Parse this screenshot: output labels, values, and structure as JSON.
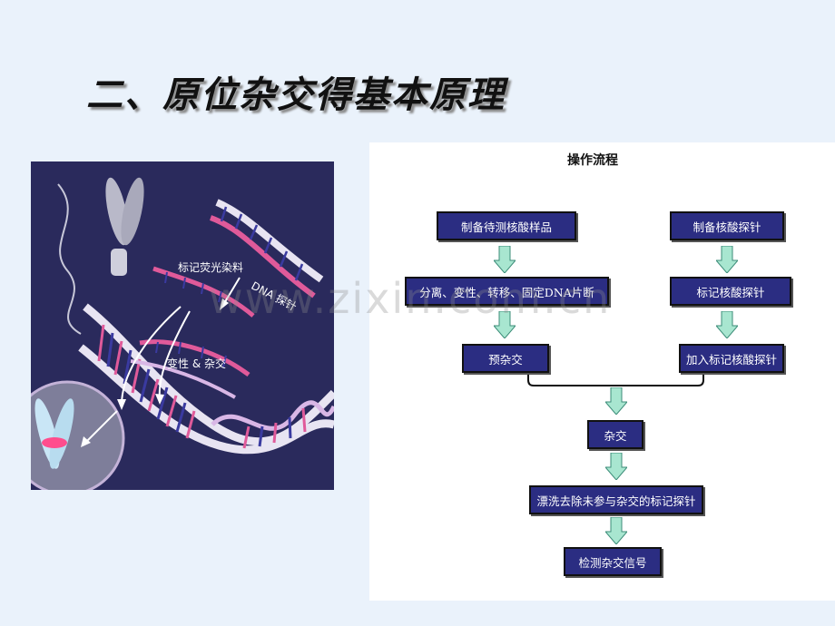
{
  "slide": {
    "title": "二、原位杂交得基本原理"
  },
  "illustration": {
    "labels": {
      "marker": "标记荧光染料",
      "probe": "DNA 探针",
      "denature": "变性 & 杂交"
    },
    "colors": {
      "background": "#2a2a5c",
      "strand_pink": "#e05a9a",
      "strand_light": "#e8e4f2"
    }
  },
  "flowchart": {
    "title": "操作流程",
    "left_column": [
      "制备待测核酸样品",
      "分离、变性、转移、固定DNA片断",
      "预杂交"
    ],
    "right_column": [
      "制备核酸探针",
      "标记核酸探针",
      "加入标记核酸探针"
    ],
    "merged_steps": [
      "杂交",
      "漂洗去除未参与杂交的标记探针",
      "检测杂交信号"
    ],
    "colors": {
      "box_fill": "#2b2d82",
      "arrow_fill": "#a8e6d0"
    }
  },
  "watermark": {
    "text": "www.zixin.com.cn"
  }
}
